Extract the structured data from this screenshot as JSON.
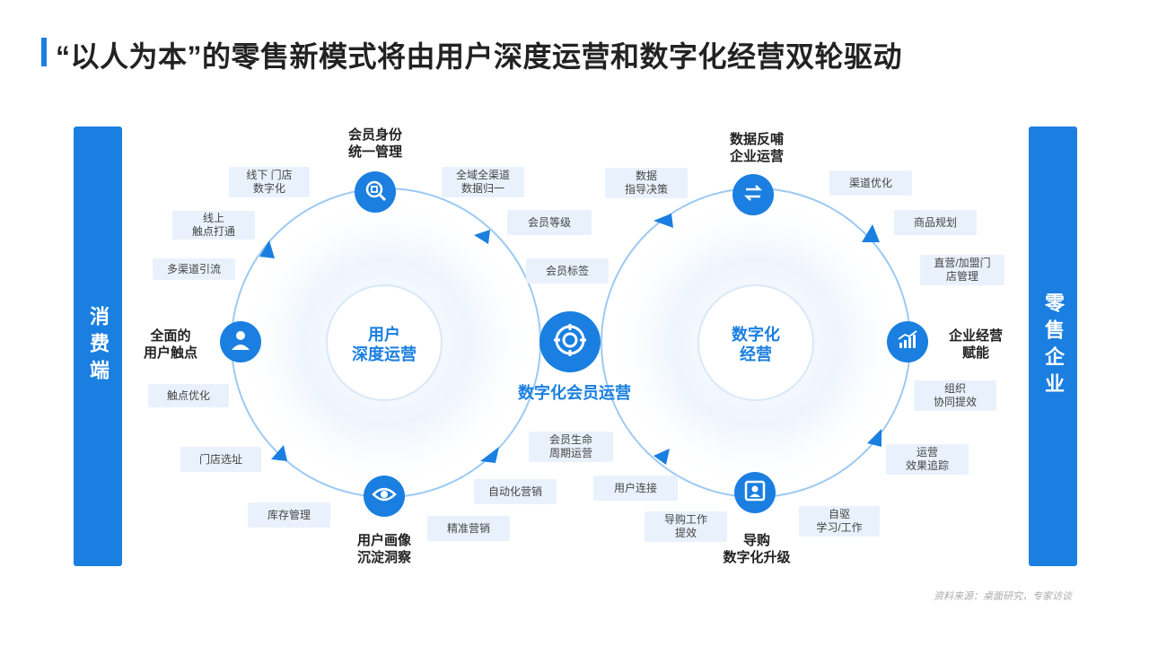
{
  "title": "“以人为本”的零售新模式将由用户深度运营和数字化经营双轮驱动",
  "left_side": "消费端",
  "right_side": "零售企业",
  "center": {
    "label": "数字化会员运营",
    "left_circle": "用户\n深度运营",
    "right_circle": "数字化\n经营"
  },
  "nodes": {
    "member_identity": "会员身份\n统一管理",
    "full_touchpoint": "全面的\n用户触点",
    "user_profile": "用户画像\n沉淀洞察",
    "data_feedback": "数据反哺\n企业运营",
    "enterprise_empower": "企业经营\n赋能",
    "guide_upgrade": "导购\n数字化升级"
  },
  "tags": {
    "offline_store": "线下 门店\n数字化",
    "online_touch": "线上\n触点打通",
    "multichannel": "多渠道引流",
    "touch_optimize": "触点优化",
    "store_site": "门店选址",
    "inventory": "库存管理",
    "omni_data": "全域全渠道\n数据归一",
    "member_level": "会员等级",
    "member_tag": "会员标签",
    "member_lifecycle": "会员生命\n周期运营",
    "auto_marketing": "自动化营销",
    "precision_marketing": "精准营销",
    "data_decision": "数据\n指导决策",
    "channel_optimize": "渠道优化",
    "product_plan": "商品规划",
    "store_manage": "直营/加盟门\n店管理",
    "org_collab": "组织\n协同提效",
    "ops_tracking": "运营\n效果追踪",
    "self_drive": "自驱\n学习/工作",
    "guide_efficiency": "导购工作\n提效",
    "user_connect": "用户连接"
  },
  "source": "资料来源：桌面研究，专家访谈",
  "colors": {
    "accent": "#1a7fe0",
    "tag_bg": "#e9f2fc"
  },
  "icons": [
    "search-icon",
    "person-icon",
    "eye-icon",
    "exchange-icon",
    "bar-chart-icon",
    "id-card-icon",
    "target-icon"
  ]
}
